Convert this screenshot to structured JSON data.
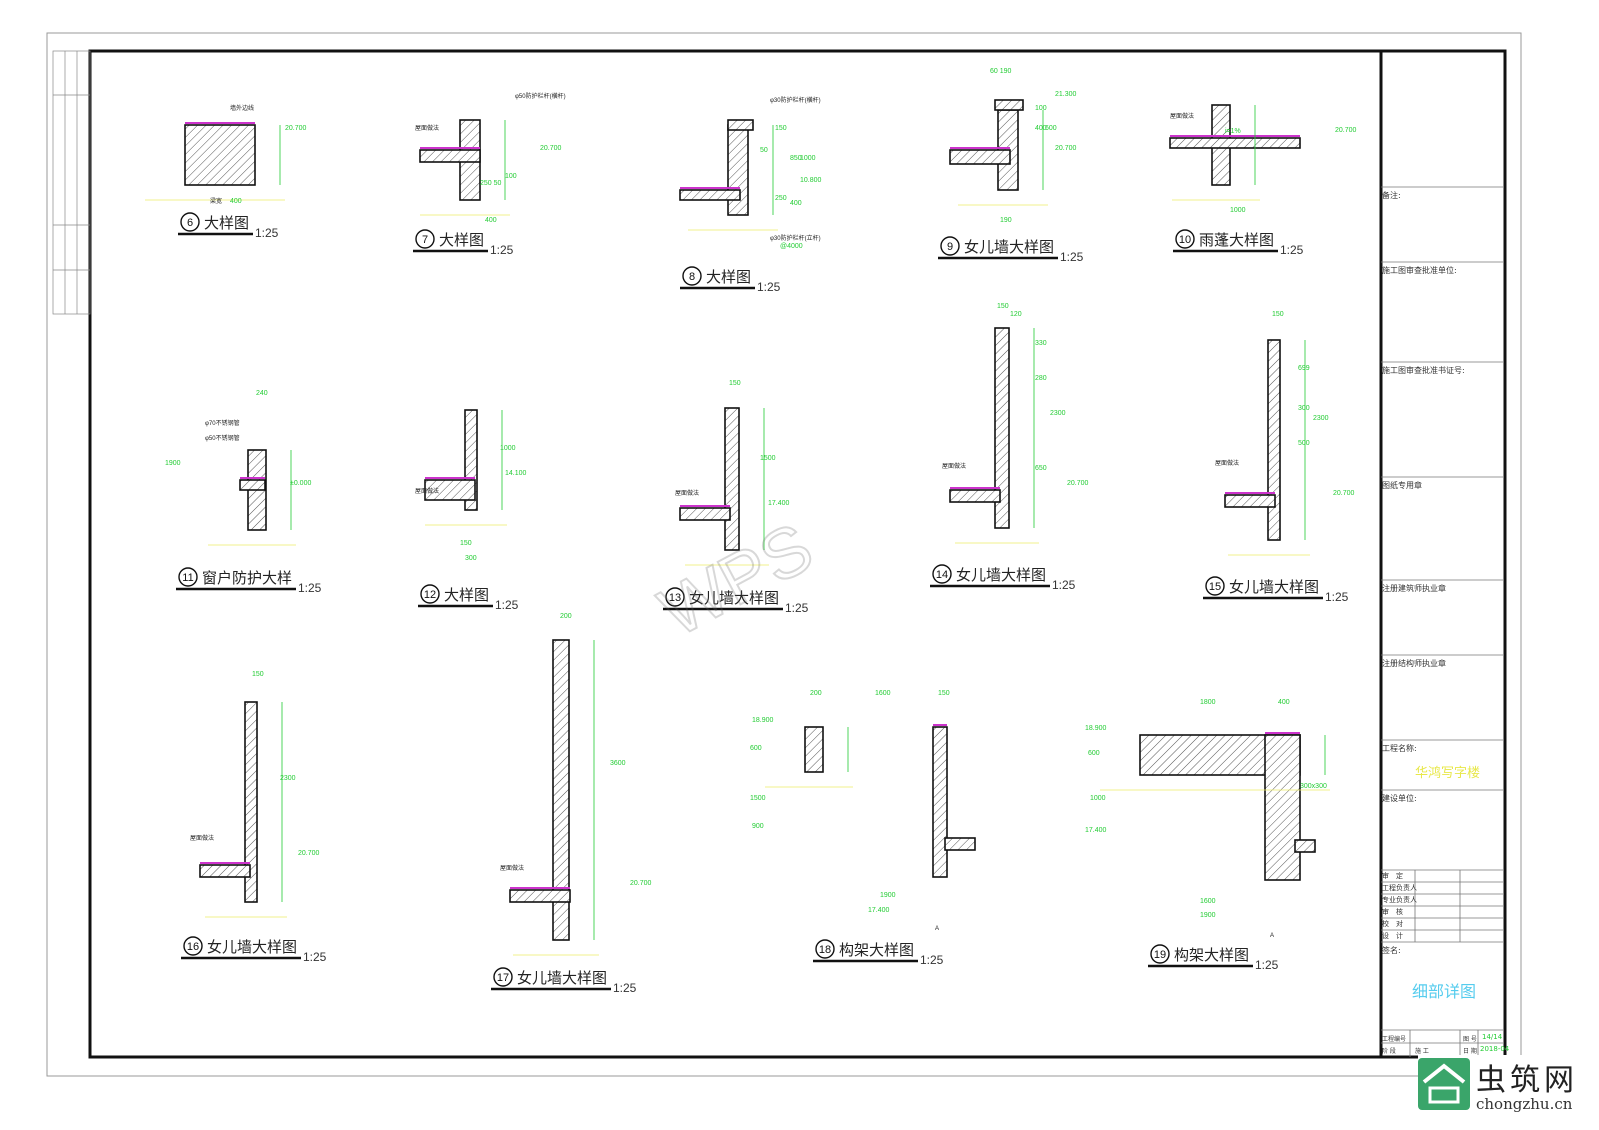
{
  "sheet": {
    "drawing_title": "细部详图",
    "project_name_label": "工程名称:",
    "project_name": "华鸿写字楼",
    "client_label": "建设单位:",
    "remarks_label": "备注:",
    "review_unit_label": "施工图审查批准单位:",
    "review_cert_label": "施工图审查批准书证号:",
    "stamp_label": "图纸专用章",
    "architect_stamp_label": "注册建筑师执业章",
    "structural_stamp_label": "注册结构师执业章",
    "sign_label": "签名:",
    "roles": [
      "审　定",
      "工程负责人",
      "专业负责人",
      "审　核",
      "校　对",
      "设　计"
    ],
    "project_no_label": "工程编号",
    "drawing_no_label": "图 号",
    "drawing_no": "14/14",
    "stage_label": "阶 段",
    "stage": "施 工",
    "date_label": "日 期",
    "date": "2018-04"
  },
  "details": [
    {
      "num": "6",
      "title": "大样图",
      "scale": "1:25",
      "dims": [
        "20.700",
        "400",
        "梁宽",
        "墙外边线"
      ]
    },
    {
      "num": "7",
      "title": "大样图",
      "scale": "1:25",
      "dims": [
        "20.700",
        "400",
        "250 50",
        "100",
        "屋面做法",
        "φ50防护栏杆(横杆)"
      ]
    },
    {
      "num": "8",
      "title": "大样图",
      "scale": "1:25",
      "dims": [
        "150",
        "850",
        "1000",
        "250",
        "400",
        "10.800",
        "50",
        "φ30防护栏杆(横杆)",
        "φ30防护栏杆(立杆)",
        "@4000"
      ]
    },
    {
      "num": "9",
      "title": "女儿墙大样图",
      "scale": "1:25",
      "dims": [
        "21.300",
        "20.700",
        "100",
        "400",
        "600",
        "190",
        "60 190"
      ]
    },
    {
      "num": "10",
      "title": "雨蓬大样图",
      "scale": "1:25",
      "dims": [
        "20.700",
        "1000",
        "i=1%",
        "屋面做法"
      ]
    },
    {
      "num": "11",
      "title": "窗户防护大样",
      "scale": "1:25",
      "dims": [
        "φ70不锈钢管",
        "φ50不锈钢管",
        "±0.000",
        "1900",
        "240"
      ]
    },
    {
      "num": "12",
      "title": "大样图",
      "scale": "1:25",
      "dims": [
        "1000",
        "14.100",
        "150",
        "300",
        "屋面做法"
      ]
    },
    {
      "num": "13",
      "title": "女儿墙大样图",
      "scale": "1:25",
      "dims": [
        "150",
        "1500",
        "17.400",
        "屋面做法"
      ]
    },
    {
      "num": "14",
      "title": "女儿墙大样图",
      "scale": "1:25",
      "dims": [
        "150",
        "120",
        "330",
        "280",
        "2300",
        "650",
        "20.700",
        "屋面做法"
      ]
    },
    {
      "num": "15",
      "title": "女儿墙大样图",
      "scale": "1:25",
      "dims": [
        "150",
        "699",
        "300",
        "500",
        "2300",
        "20.700",
        "屋面做法"
      ]
    },
    {
      "num": "16",
      "title": "女儿墙大样图",
      "scale": "1:25",
      "dims": [
        "150",
        "2300",
        "20.700",
        "屋面做法"
      ]
    },
    {
      "num": "17",
      "title": "女儿墙大样图",
      "scale": "1:25",
      "dims": [
        "200",
        "3600",
        "20.700",
        "屋面做法"
      ]
    },
    {
      "num": "18",
      "title": "构架大样图",
      "scale": "1:25",
      "dims": [
        "200",
        "1600",
        "150",
        "18.900",
        "600",
        "1500",
        "900",
        "17.400",
        "1900",
        "A"
      ]
    },
    {
      "num": "19",
      "title": "构架大样图",
      "scale": "1:25",
      "dims": [
        "1800",
        "400",
        "18.900",
        "600",
        "1000",
        "17.400",
        "300x300",
        "1600",
        "1900",
        "A"
      ]
    }
  ],
  "watermark": "WPS",
  "logo": {
    "name": "虫筑网",
    "url_text": "chongzhu.cn"
  },
  "colors": {
    "dim": "#22cc33",
    "axis": "#eeee66",
    "membrane": "#cc33cc",
    "project": "#eeee44",
    "title": "#55ccee"
  }
}
